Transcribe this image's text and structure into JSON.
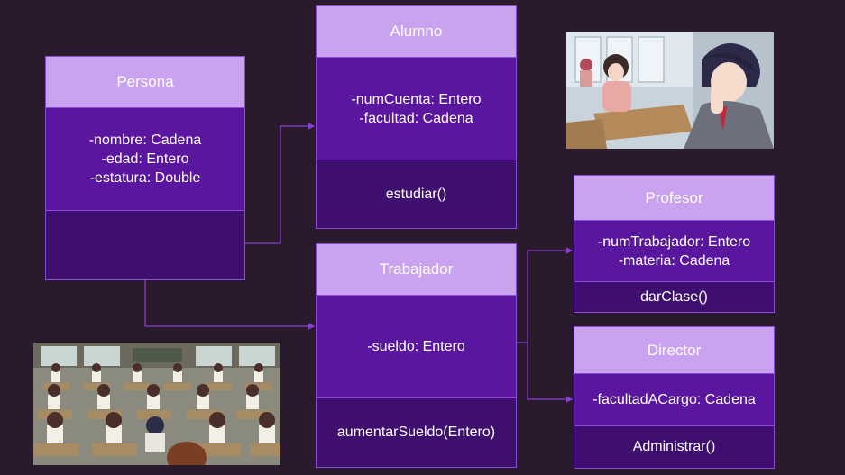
{
  "classes": {
    "persona": {
      "name": "Persona",
      "attributes": [
        "-nombre: Cadena",
        "-edad: Entero",
        "-estatura: Double"
      ],
      "methods": []
    },
    "alumno": {
      "name": "Alumno",
      "attributes": [
        "-numCuenta: Entero",
        "-facultad: Cadena"
      ],
      "methods": [
        "estudiar()"
      ]
    },
    "trabajador": {
      "name": "Trabajador",
      "attributes": [
        "-sueldo: Entero"
      ],
      "methods": [
        "aumentarSueldo(Entero)"
      ]
    },
    "profesor": {
      "name": "Profesor",
      "attributes": [
        "-numTrabajador: Entero",
        "-materia: Cadena"
      ],
      "methods": [
        "darClase()"
      ]
    },
    "director": {
      "name": "Director",
      "attributes": [
        "-facultadACargo: Cadena"
      ],
      "methods": [
        "Administrar()"
      ]
    }
  },
  "colors": {
    "background": "#2a1a2e",
    "header": "#c9a3f0",
    "attributes": "#5a169f",
    "methods": "#3e0f6e",
    "connector": "#8a3fd0"
  },
  "images": [
    {
      "name": "anime-students-classroom-illustration"
    },
    {
      "name": "anime-classroom-full-illustration"
    }
  ]
}
